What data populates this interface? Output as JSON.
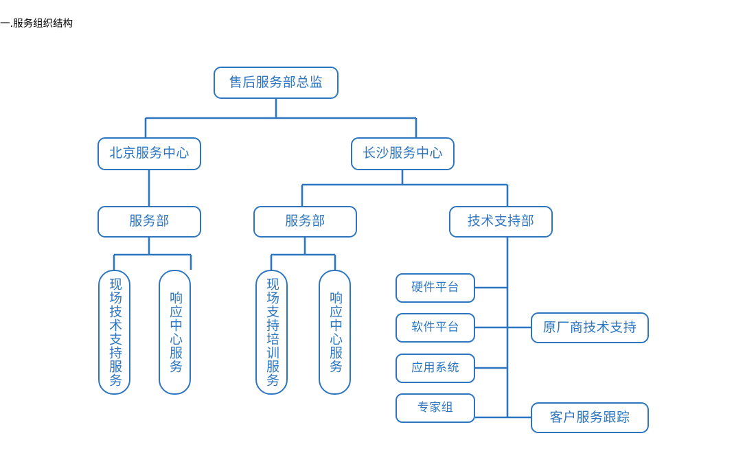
{
  "page": {
    "title": "一.服务组织结构",
    "accent_color": "#2e75c0",
    "text_color": "#2e75c0",
    "title_color": "#000000",
    "background": "#ffffff"
  },
  "chart_data": {
    "type": "diagram",
    "diagram_kind": "organization-chart",
    "title": "一.服务组织结构",
    "nodes": [
      {
        "id": "n1",
        "label": "售后服务部总监",
        "level": 0,
        "orientation": "horizontal"
      },
      {
        "id": "n2",
        "label": "北京服务中心",
        "level": 1,
        "orientation": "horizontal"
      },
      {
        "id": "n3",
        "label": "长沙服务中心",
        "level": 1,
        "orientation": "horizontal"
      },
      {
        "id": "n4",
        "label": "服务部",
        "level": 2,
        "orientation": "horizontal"
      },
      {
        "id": "n5",
        "label": "服务部",
        "level": 2,
        "orientation": "horizontal"
      },
      {
        "id": "n6",
        "label": "技术支持部",
        "level": 2,
        "orientation": "horizontal"
      },
      {
        "id": "n7",
        "label": "现场技术支持服务",
        "level": 3,
        "orientation": "vertical"
      },
      {
        "id": "n8",
        "label": "响应中心服务",
        "level": 3,
        "orientation": "vertical"
      },
      {
        "id": "n9",
        "label": "现场支持培训服务",
        "level": 3,
        "orientation": "vertical"
      },
      {
        "id": "n10",
        "label": "响应中心服务",
        "level": 3,
        "orientation": "vertical"
      },
      {
        "id": "n11",
        "label": "硬件平台",
        "level": 3,
        "orientation": "horizontal"
      },
      {
        "id": "n12",
        "label": "软件平台",
        "level": 3,
        "orientation": "horizontal"
      },
      {
        "id": "n13",
        "label": "应用系统",
        "level": 3,
        "orientation": "horizontal"
      },
      {
        "id": "n14",
        "label": "专家组",
        "level": 3,
        "orientation": "horizontal"
      },
      {
        "id": "n15",
        "label": "原厂商技术支持",
        "level": 3,
        "orientation": "horizontal"
      },
      {
        "id": "n16",
        "label": "客户服务跟踪",
        "level": 3,
        "orientation": "horizontal"
      }
    ],
    "edges": [
      {
        "from": "n1",
        "to": "n2"
      },
      {
        "from": "n1",
        "to": "n3"
      },
      {
        "from": "n2",
        "to": "n4"
      },
      {
        "from": "n3",
        "to": "n5"
      },
      {
        "from": "n3",
        "to": "n6"
      },
      {
        "from": "n4",
        "to": "n7"
      },
      {
        "from": "n4",
        "to": "n8"
      },
      {
        "from": "n5",
        "to": "n9"
      },
      {
        "from": "n5",
        "to": "n10"
      },
      {
        "from": "n6",
        "to": "n11"
      },
      {
        "from": "n6",
        "to": "n12"
      },
      {
        "from": "n6",
        "to": "n13"
      },
      {
        "from": "n6",
        "to": "n14"
      },
      {
        "from": "n6",
        "to": "n15"
      },
      {
        "from": "n6",
        "to": "n16"
      }
    ]
  }
}
